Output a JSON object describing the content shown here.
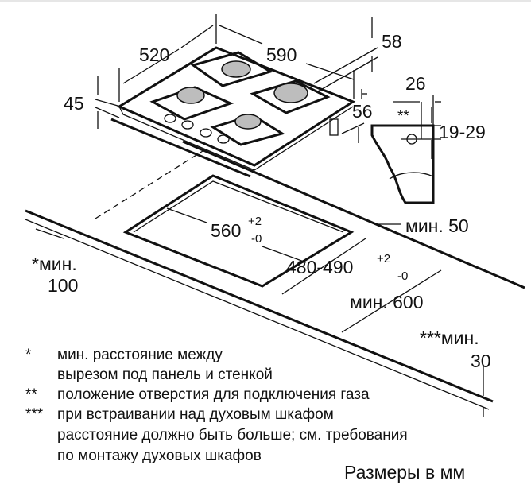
{
  "dimensions": {
    "depth": "520",
    "width": "590",
    "height_58": "58",
    "thickness": "45",
    "feet": "56",
    "gas_offset": "26",
    "gas_marker": "**",
    "gas_height": "19-29",
    "cutout_width": "560",
    "cutout_width_tol_plus": "+2",
    "cutout_width_tol_minus": "-0",
    "cutout_depth": "480-490",
    "cutout_depth_tol_plus": "+2",
    "cutout_depth_tol_minus": "-0",
    "min_back": "мин. 50",
    "min_wall_line1": "*мин.",
    "min_wall_line2": "100",
    "min_worktop": "мин. 600",
    "min_oven_line1": "***мин.",
    "min_oven_line2": "30"
  },
  "notes": [
    {
      "marker": "*",
      "lines": [
        "мин. расстояние между",
        "вырезом под панель и стенкой"
      ]
    },
    {
      "marker": "**",
      "lines": [
        "положение отверстия для подключения газа"
      ]
    },
    {
      "marker": "***",
      "lines": [
        "при встраивании над духовым шкафом",
        "расстояние должно быть больше; см. требования",
        "по монтажу духовых шкафов"
      ]
    }
  ],
  "units_label": "Размеры в мм"
}
